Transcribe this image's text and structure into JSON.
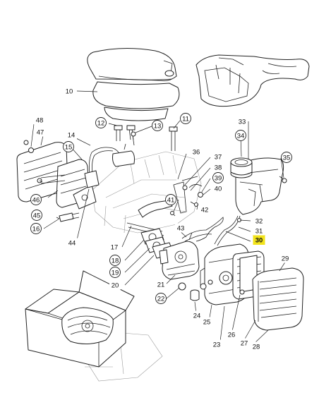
{
  "diagram": {
    "highlight_color": "#f2e31a",
    "callouts": [
      {
        "id": "c10",
        "label": "10"
      },
      {
        "id": "c11",
        "label": "11"
      },
      {
        "id": "c12",
        "label": "12"
      },
      {
        "id": "c13",
        "label": "13"
      },
      {
        "id": "c14",
        "label": "14"
      },
      {
        "id": "c15",
        "label": "15"
      },
      {
        "id": "c16",
        "label": "16"
      },
      {
        "id": "c17",
        "label": "17"
      },
      {
        "id": "c18",
        "label": "18"
      },
      {
        "id": "c19",
        "label": "19"
      },
      {
        "id": "c20",
        "label": "20"
      },
      {
        "id": "c21",
        "label": "21"
      },
      {
        "id": "c22",
        "label": "22"
      },
      {
        "id": "c23",
        "label": "23"
      },
      {
        "id": "c24",
        "label": "24"
      },
      {
        "id": "c25",
        "label": "25"
      },
      {
        "id": "c26",
        "label": "26"
      },
      {
        "id": "c27",
        "label": "27"
      },
      {
        "id": "c28",
        "label": "28"
      },
      {
        "id": "c29",
        "label": "29"
      },
      {
        "id": "c30",
        "label": "30",
        "highlighted": true
      },
      {
        "id": "c31",
        "label": "31"
      },
      {
        "id": "c32",
        "label": "32"
      },
      {
        "id": "c33",
        "label": "33"
      },
      {
        "id": "c34",
        "label": "34"
      },
      {
        "id": "c35",
        "label": "35"
      },
      {
        "id": "c36",
        "label": "36"
      },
      {
        "id": "c37",
        "label": "37"
      },
      {
        "id": "c38",
        "label": "38"
      },
      {
        "id": "c39",
        "label": "39"
      },
      {
        "id": "c40",
        "label": "40"
      },
      {
        "id": "c41",
        "label": "41"
      },
      {
        "id": "c42",
        "label": "42"
      },
      {
        "id": "c43",
        "label": "43"
      },
      {
        "id": "c44",
        "label": "44"
      },
      {
        "id": "c45",
        "label": "45"
      },
      {
        "id": "c46",
        "label": "46"
      },
      {
        "id": "c47",
        "label": "47"
      },
      {
        "id": "c48",
        "label": "48"
      }
    ]
  }
}
